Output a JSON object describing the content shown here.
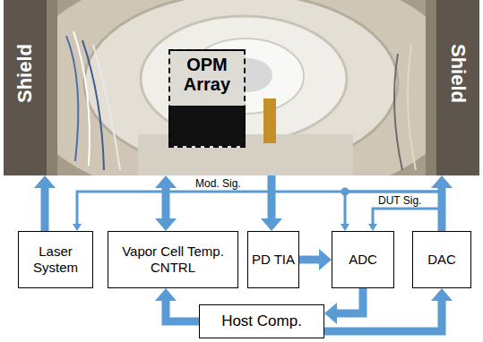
{
  "diagram": {
    "nodes": [
      {
        "text": [
          "Shield",
          "Shield"
        ]
      },
      {
        "text": [
          "OPM Array"
        ],
        "in": 0
      },
      {
        "text": [
          "Laser System"
        ]
      },
      {
        "text": [
          "Vapor Cell Temp. CNTRL"
        ]
      },
      {
        "text": [
          "PD TIA"
        ]
      },
      {
        "text": [
          "ADC"
        ]
      },
      {
        "text": [
          "DAC"
        ]
      },
      {
        "text": [
          "Host Comp."
        ]
      }
    ],
    "edges": [
      {
        "from": 2,
        "to": 0,
        "arrow": "to"
      },
      {
        "from": 3,
        "to": 0,
        "arrow": "both"
      },
      {
        "from": 0,
        "to": 4,
        "arrow": "to"
      },
      {
        "from": 6,
        "to": 0,
        "arrow": "to"
      },
      {
        "from": 4,
        "to": 5,
        "arrow": "to"
      },
      {
        "from": 5,
        "to": 7,
        "arrow": "to"
      },
      {
        "from": 7,
        "to": 3,
        "arrow": "to"
      },
      {
        "from": 7,
        "to": 6,
        "arrow": "to"
      },
      {
        "from": 6,
        "to": 2,
        "label": "Mod. Sig.",
        "arrow": "to"
      },
      {
        "from": 6,
        "to": 5,
        "arrow": "to"
      },
      {
        "from": 6,
        "to": 5,
        "label": "DUT Sig.",
        "arrow": "to"
      }
    ]
  }
}
